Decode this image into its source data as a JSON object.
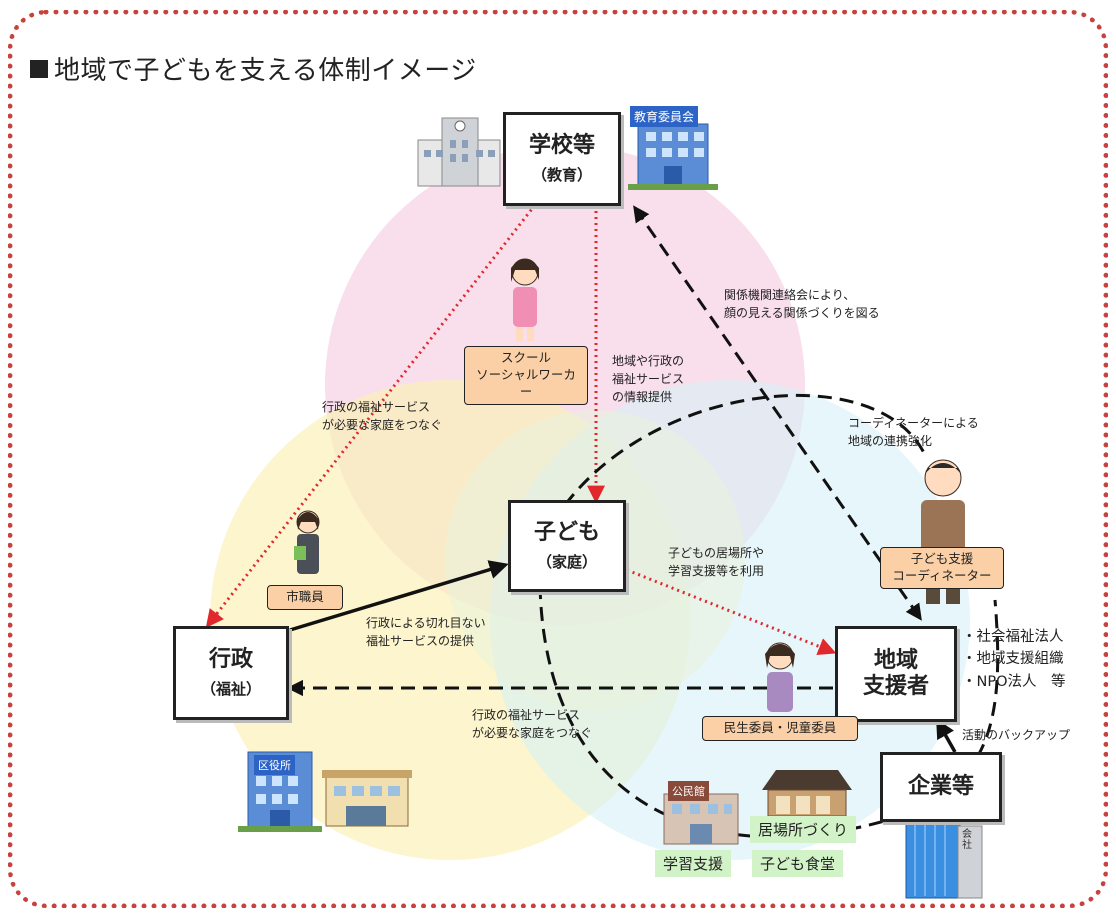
{
  "title": "地域で子どもを支える体制イメージ",
  "nodes": {
    "school": {
      "main": "学校等",
      "sub": "（教育）"
    },
    "child": {
      "main": "子ども",
      "sub": "（家庭）"
    },
    "gov": {
      "main": "行政",
      "sub": "（福祉）"
    },
    "community": {
      "main": "地域\n支援者"
    },
    "company": {
      "main": "企業等"
    }
  },
  "roles": {
    "social_worker": "スクール\nソーシャルワーカー",
    "city_staff": "市職員",
    "coordinator": "子ども支援\nコーディネーター",
    "welfare_commissioner": "民生委員・児童委員"
  },
  "notes": {
    "school_gov": "行政の福祉サービス\nが必要な家庭をつなぐ",
    "liaison": "関係機関連絡会により、\n顔の見える関係づくりを図る",
    "info": "地域や行政の\n福祉サービス\nの情報提供",
    "coord": "コーディネーターによる\n地域の連携強化",
    "child_use": "子どもの居場所や\n学習支援等を利用",
    "gov_service": "行政による切れ目ない\n福祉サービスの提供",
    "connect_lower": "行政の福祉サービス\nが必要な家庭をつなぐ",
    "backup": "活動のバックアップ"
  },
  "org_list": [
    "・社会福祉法人",
    "・地域支援組織",
    "・NPO法人　等"
  ],
  "building_labels": {
    "board": "教育委員会",
    "ward_office": "区役所",
    "community_hall": "公民館",
    "company_sign": "会社"
  },
  "activities": [
    "居場所づくり",
    "学習支援",
    "子ども食堂"
  ],
  "colors": {
    "frame": "#c8413c",
    "circle_school": "#f7d3e6",
    "circle_gov": "#fbf1b9",
    "circle_community": "#d5f0f6",
    "circle_child": "#e9f3dc",
    "red_arrow": "#e0282d",
    "tag_fill": "#fbd0a6",
    "activity_fill": "#d2f2c8"
  }
}
